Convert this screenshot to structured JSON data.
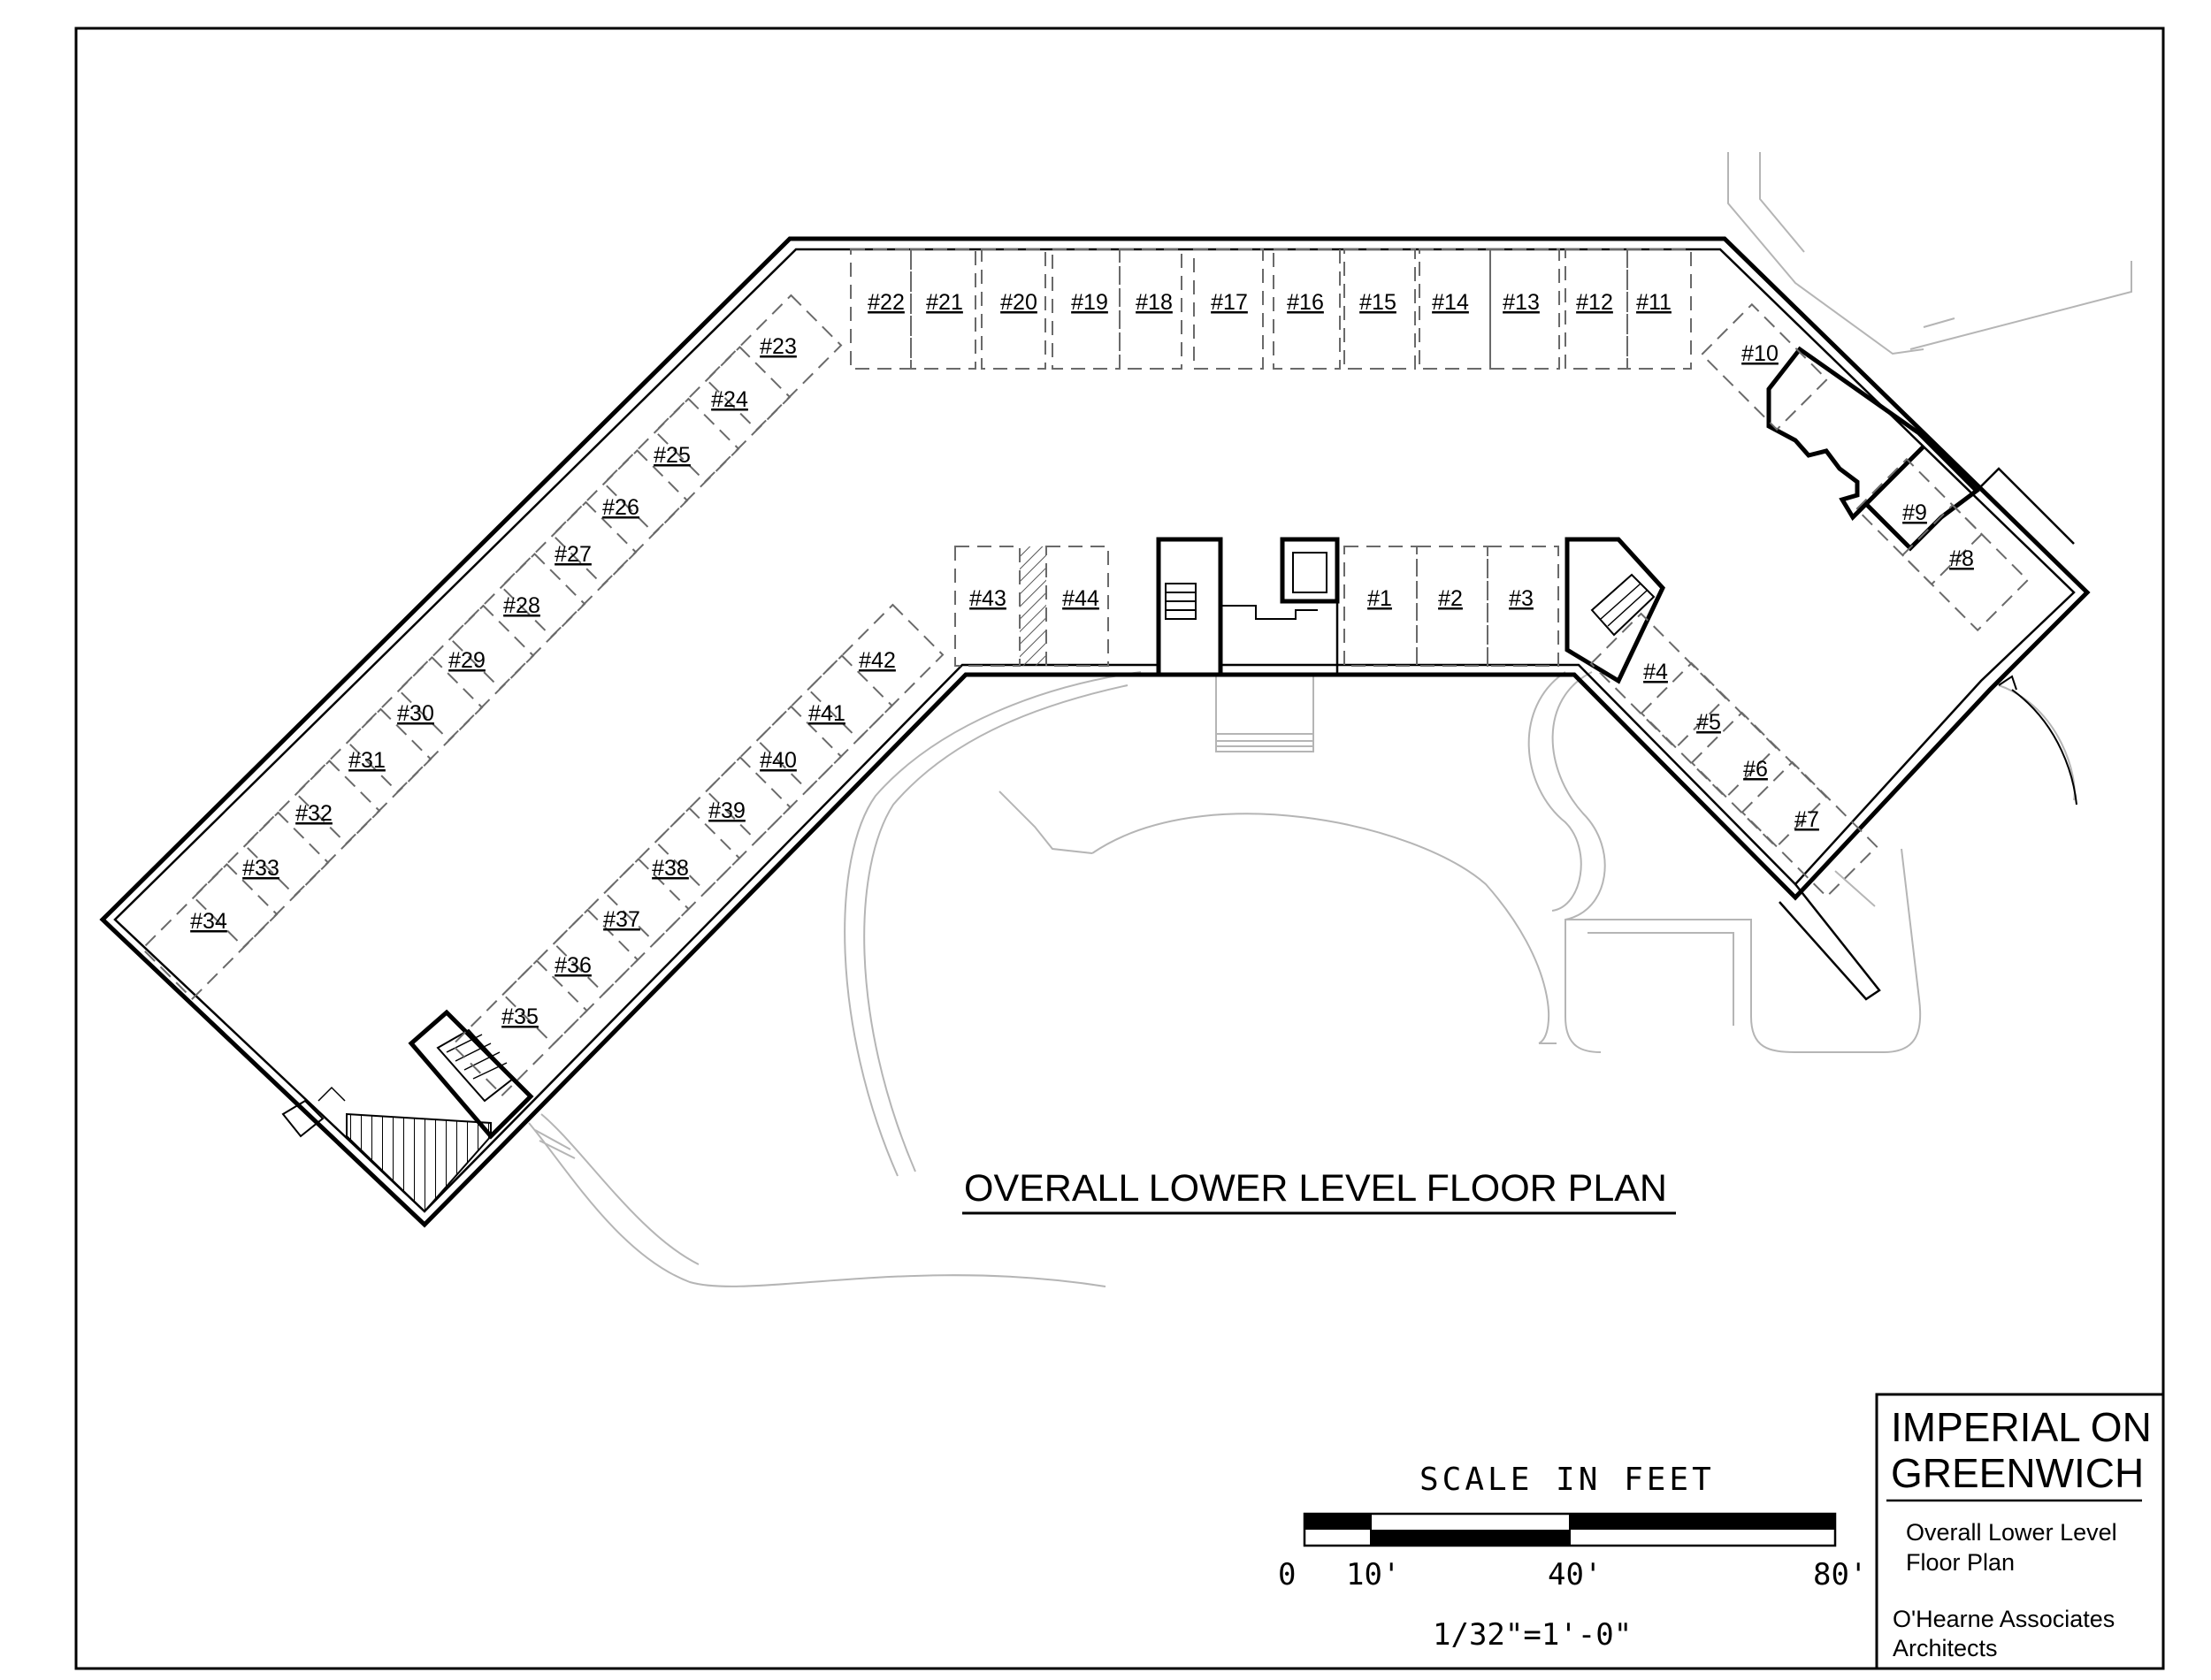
{
  "drawing": {
    "title": "OVERALL LOWER LEVEL FLOOR PLAN"
  },
  "scale": {
    "heading": "SCALE IN FEET",
    "tick_labels": [
      "0",
      "10'",
      "40'",
      "80'"
    ],
    "ratio": "1/32\"=1'-0\""
  },
  "title_block": {
    "project_line1": "IMPERIAL ON",
    "project_line2": "GREENWICH",
    "sheet_line1": "Overall Lower Level",
    "sheet_line2": "Floor Plan",
    "firm_line1": "O'Hearne Associates",
    "firm_line2": "Architects"
  },
  "spaces": {
    "north_row": [
      "#22",
      "#21",
      "#20",
      "#19",
      "#18",
      "#17",
      "#16",
      "#15",
      "#14",
      "#13",
      "#12",
      "#11"
    ],
    "west_outer": [
      "#23",
      "#24",
      "#25",
      "#26",
      "#27",
      "#28",
      "#29",
      "#30",
      "#31",
      "#32",
      "#33",
      "#34"
    ],
    "west_inner": [
      "#42",
      "#41",
      "#40",
      "#39",
      "#38",
      "#37",
      "#36",
      "#35"
    ],
    "center_row": [
      "#43",
      "#44",
      "#1",
      "#2",
      "#3"
    ],
    "east_wing": [
      "#4",
      "#5",
      "#6",
      "#7"
    ],
    "northeast": [
      "#10",
      "#9",
      "#8"
    ]
  },
  "colors": {
    "line": "#000000",
    "site": "#b5b5b5",
    "space_outline": "#6a6a6a"
  }
}
